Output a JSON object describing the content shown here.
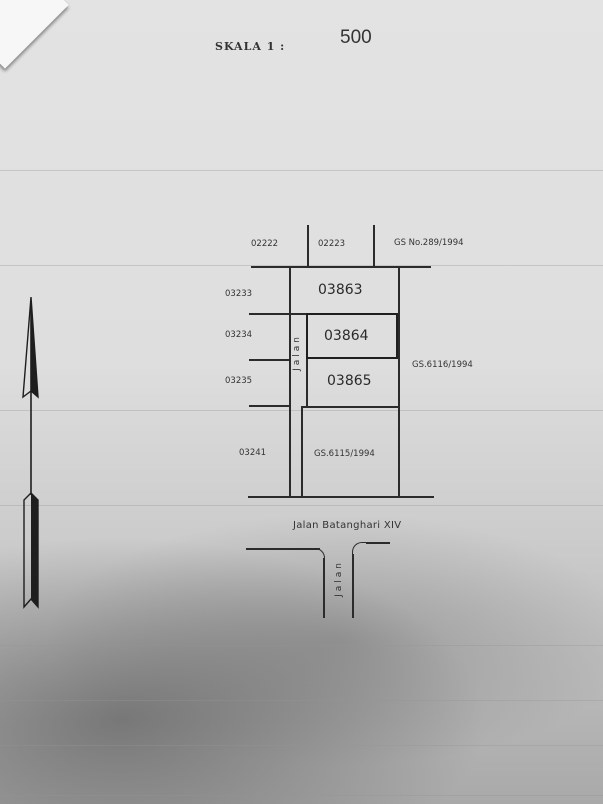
{
  "header": {
    "scale_label": "SKALA 1 :",
    "scale_value": "500"
  },
  "map": {
    "neighbor_parcels": {
      "top_left_1": "02222",
      "top_left_2": "02223",
      "top_right": "GS No.289/1994",
      "left_1": "03233",
      "left_2": "03234",
      "left_3": "03235",
      "left_4": "03241",
      "right": "GS.6116/1994"
    },
    "parcels": {
      "p1": "03863",
      "p2": "03864",
      "p3": "03865",
      "p4": "GS.6115/1994"
    },
    "highlighted_parcel": "03864",
    "roads": {
      "alley_vertical": "Jalan",
      "main_road": "Jalan Batanghari XIV",
      "side_road": "Jalan"
    }
  },
  "north_arrow": {
    "icon": "north-arrow-icon",
    "color": "#1e1e1e"
  }
}
